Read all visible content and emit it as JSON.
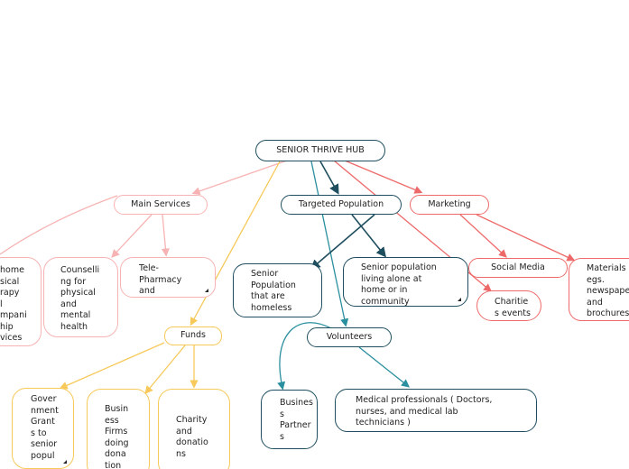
{
  "colors": {
    "navy": "#1f4e5f",
    "teal": "#2a8f9e",
    "pink": "#f7b3b3",
    "gold": "#f7c95a",
    "red": "#ee6a6a"
  },
  "nodes": {
    "root": "SENIOR THRIVE HUB",
    "main_services": "Main Services",
    "targeted_population": "Targeted Population",
    "marketing": "Marketing",
    "home_physical_therapy": "home\nsical\nrapy\nl\nmpani\nhip\nvices",
    "counselling": "Counselli\nng for\nphysical\nand\nmental\nhealth",
    "tele_pharmacy": "Tele-\nPharmacy\nand",
    "funds": "Funds",
    "senior_homeless": "Senior\nPopulation\nthat are\nhomeless",
    "senior_alone": "Senior population\nliving alone at\nhome or in\ncommunity",
    "volunteers": "Volunteers",
    "social_media": "Social Media",
    "charities_events": "Charitie\ns events",
    "materials": "Materials\negs.\nnewspape\nand\nbrochures",
    "government_grants": "Gover\nnment\nGrant\ns to\nsenior\npopul",
    "business_firms": "Busin\ness\nFirms\ndoing\ndona\ntion",
    "charity_donations": "Charity\nand\ndonatio\nns",
    "business_partners": "Busines\ns\nPartner\ns",
    "medical_professionals": "Medical professionals ( Doctors,\nnurses, and medical lab\ntechnicians )"
  }
}
